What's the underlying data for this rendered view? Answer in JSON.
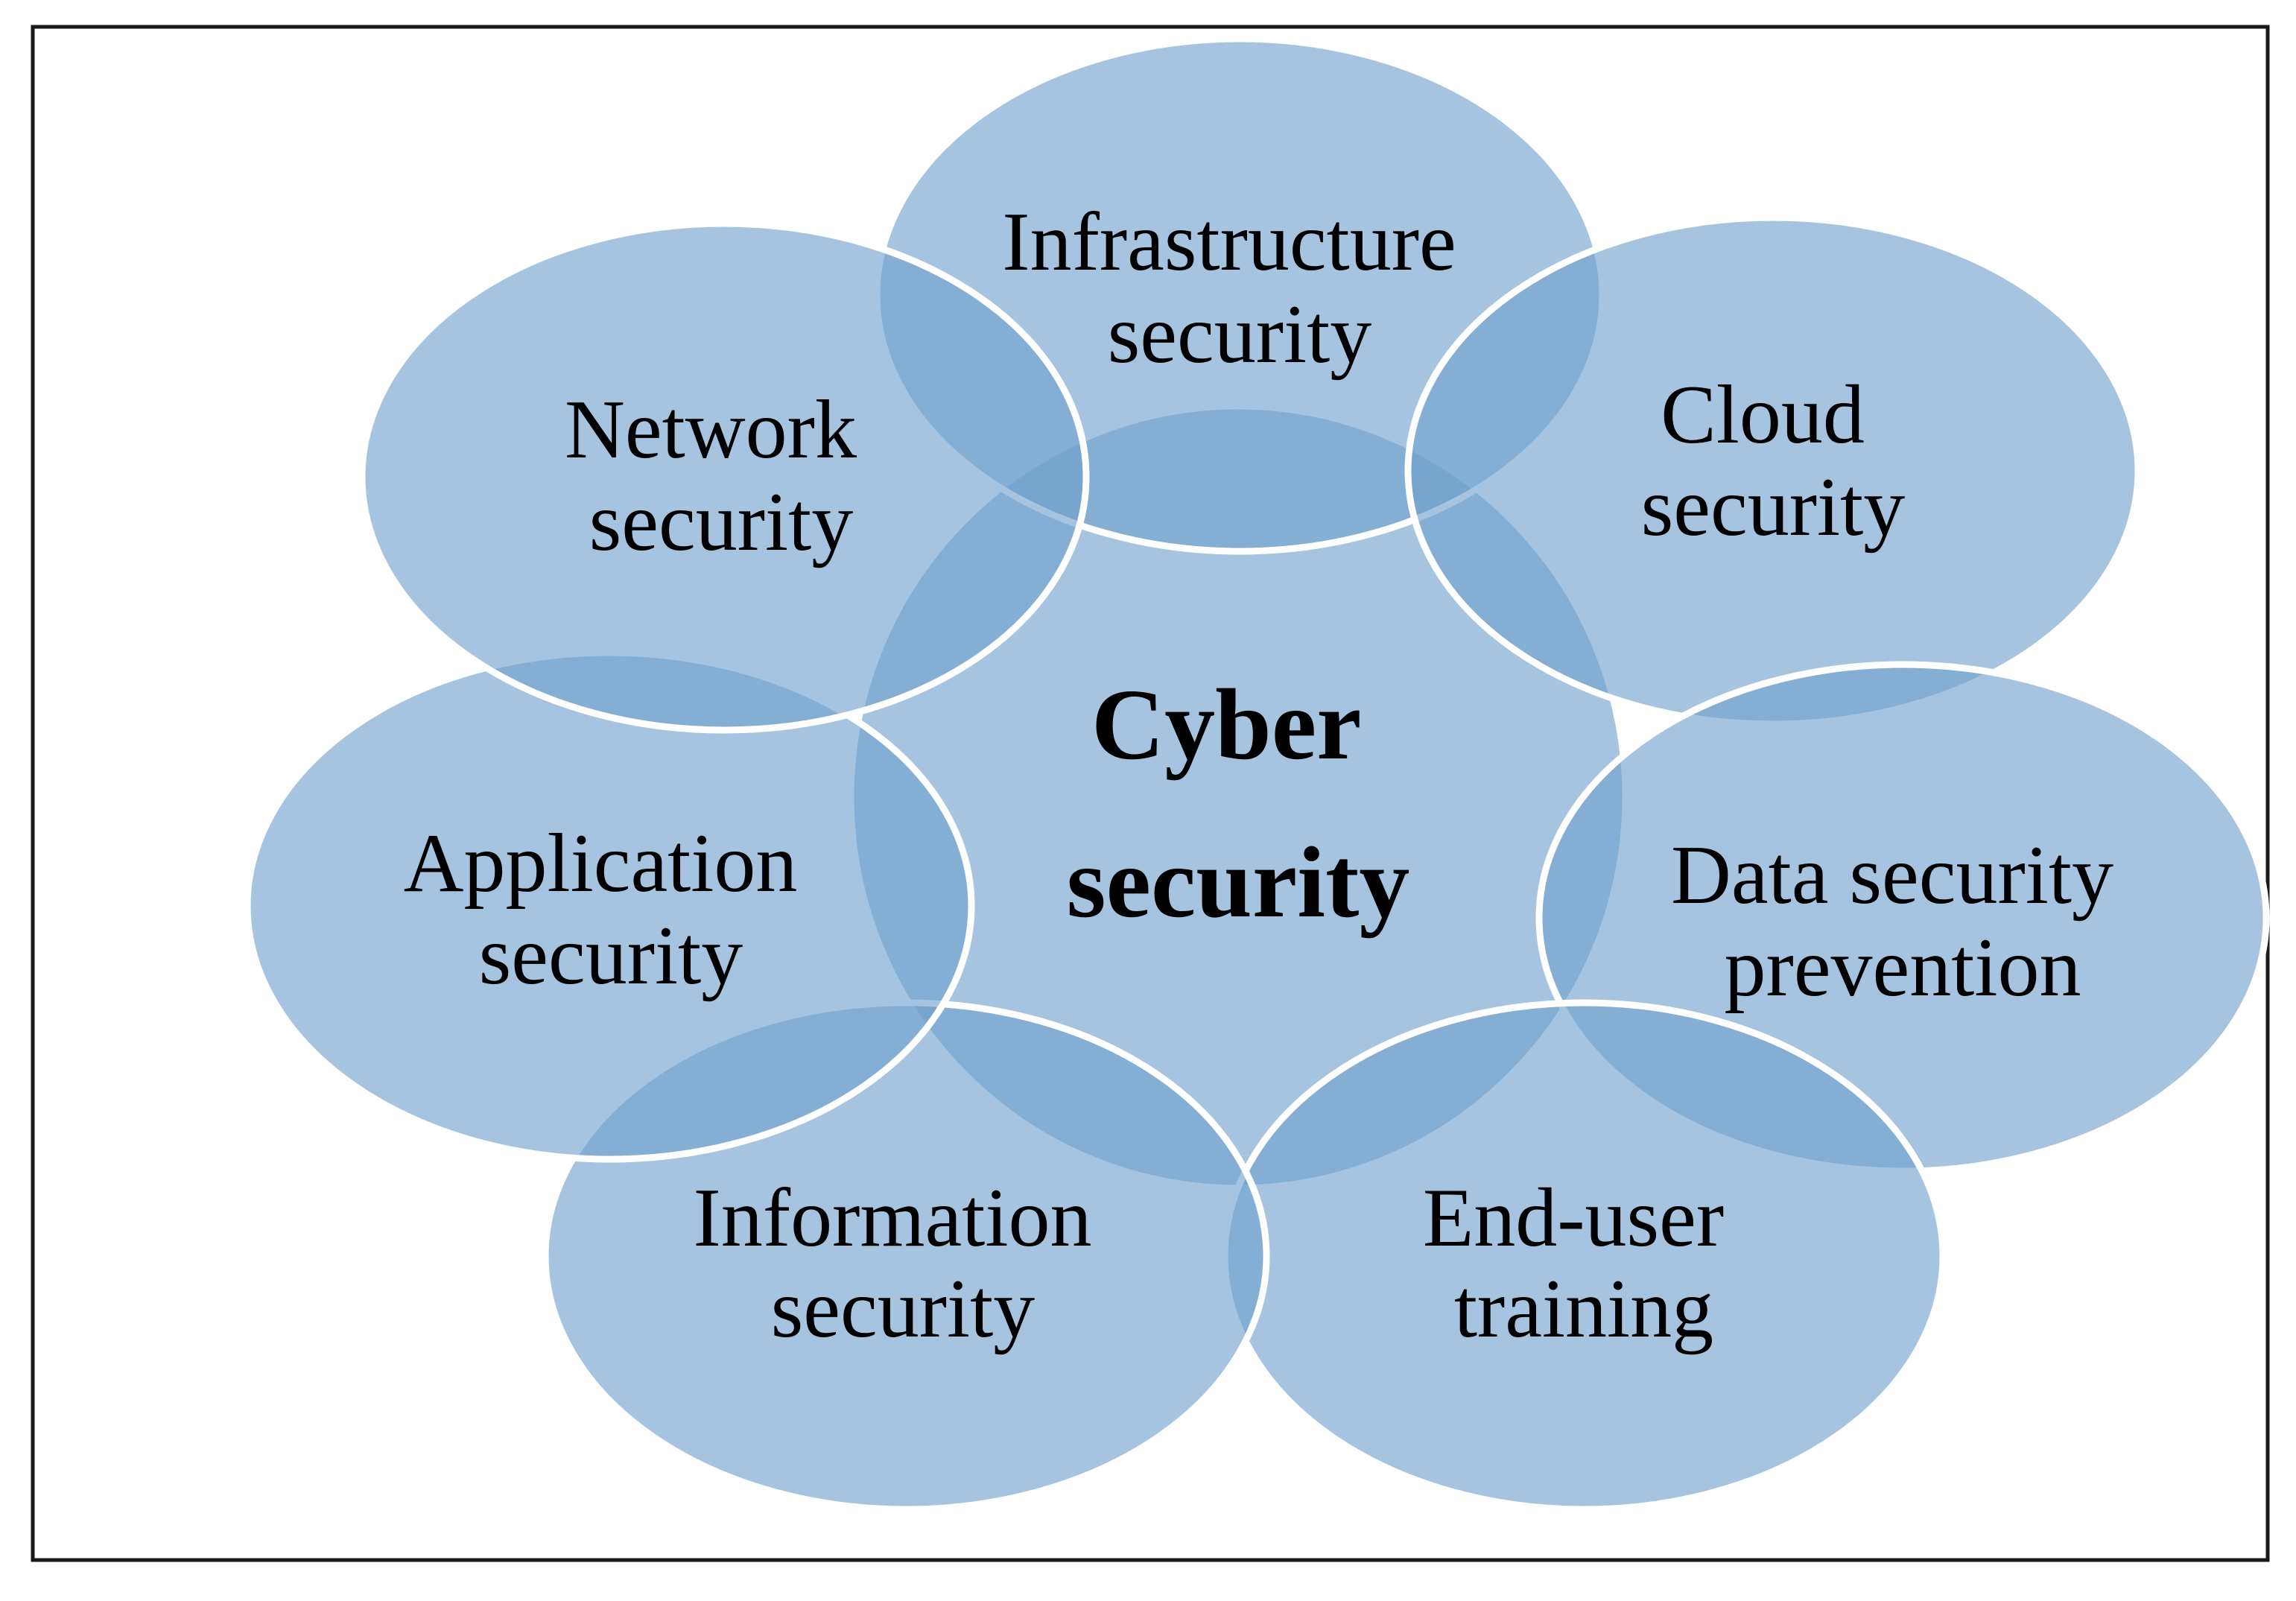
{
  "diagram": {
    "colors": {
      "fill": "#6f9fcc",
      "stroke": "#ffffff",
      "frame": "#1a1a1a",
      "text": "#000000"
    },
    "center": {
      "line1": "Cyber",
      "line2": "security"
    },
    "nodes": [
      {
        "line1": "Infrastructure",
        "line2": "security"
      },
      {
        "line1": "Cloud",
        "line2": "security"
      },
      {
        "line1": "Data security",
        "line2": "prevention"
      },
      {
        "line1": "End-user",
        "line2": "training"
      },
      {
        "line1": "Information",
        "line2": "security"
      },
      {
        "line1": "Application",
        "line2": "security"
      },
      {
        "line1": "Network",
        "line2": "security"
      }
    ]
  }
}
